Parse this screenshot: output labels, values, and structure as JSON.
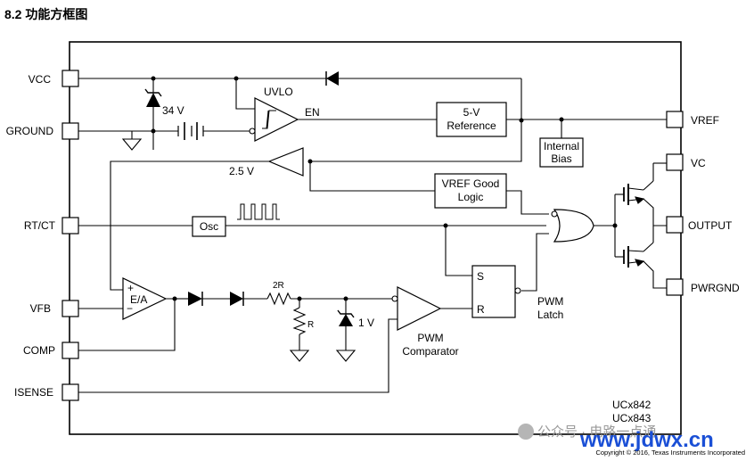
{
  "title": "8.2 功能方框图",
  "pins_left": [
    "VCC",
    "GROUND",
    "RT/CT",
    "VFB",
    "COMP",
    "ISENSE"
  ],
  "pins_right": [
    "VREF",
    "VC",
    "OUTPUT",
    "PWRGND"
  ],
  "blocks": {
    "uvlo": "UVLO",
    "en": "EN",
    "ref_line1": "5-V",
    "ref_line2": "Reference",
    "bias_line1": "Internal",
    "bias_line2": "Bias",
    "vref_good_line1": "VREF Good",
    "vref_good_line2": "Logic",
    "osc": "Osc",
    "ea": "E/A",
    "ea_plus": "+",
    "ea_minus": "−",
    "latch_s": "S",
    "latch_r": "R",
    "latch_line1": "PWM",
    "latch_line2": "Latch",
    "comp_line1": "PWM",
    "comp_line2": "Comparator"
  },
  "values": {
    "zener_34": "34 V",
    "ref_2_5": "2.5 V",
    "res_2r": "2R",
    "res_r": "R",
    "zener_1": "1 V"
  },
  "part": {
    "line1": "UCx842",
    "line2": "UCx843"
  },
  "copyright": "Copyright © 2016, Texas Instruments Incorporated",
  "watermark": {
    "wechat": "公众号 · 电路一点通",
    "site": "www.jdwx.cn"
  }
}
